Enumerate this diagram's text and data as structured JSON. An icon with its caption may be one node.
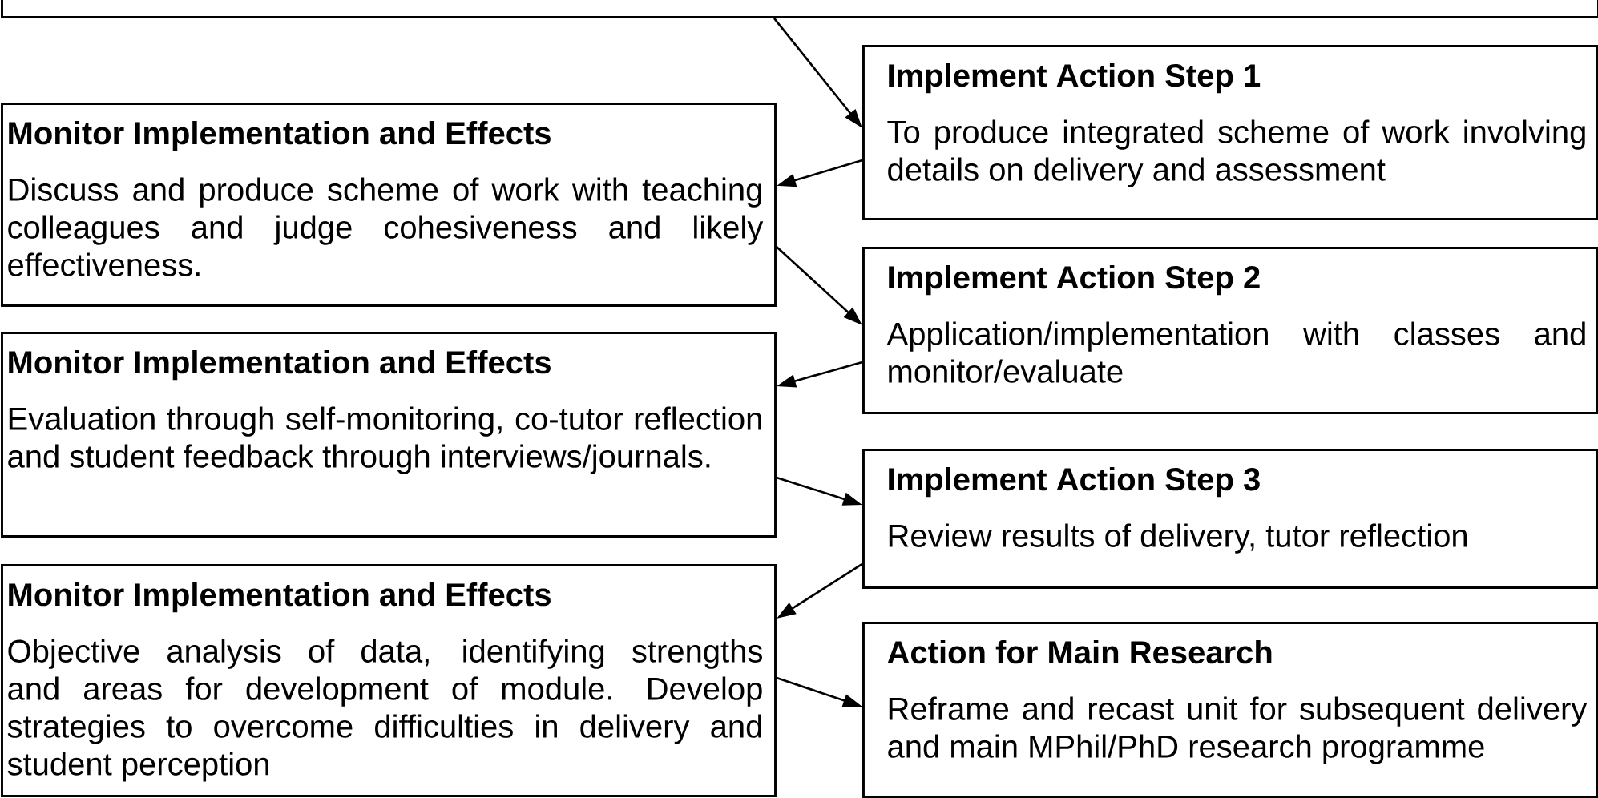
{
  "diagram": {
    "nodes": [
      {
        "text": [],
        "shape": "box"
      },
      {
        "text": [
          "Implement Action Step 1",
          "To produce integrated scheme of work involving details on delivery and assessment"
        ]
      },
      {
        "text": [
          "Monitor Implementation and Effects",
          "Discuss and produce scheme of work with teaching colleagues and judge cohesiveness and likely effectiveness."
        ]
      },
      {
        "text": [
          "Implement Action Step 2",
          "Application/implementation with classes and monitor/evaluate"
        ]
      },
      {
        "text": [
          "Monitor Implementation and Effects",
          "Evaluation through self-monitoring, co-tutor reflection and student feedback through interviews/journals."
        ]
      },
      {
        "text": [
          "Implement Action Step 3",
          "Review results of delivery, tutor reflection"
        ]
      },
      {
        "text": [
          "Monitor Implementation and Effects",
          "Objective analysis of data, identifying strengths and areas for development of module. Develop strategies to overcome difficulties in delivery and student perception"
        ]
      },
      {
        "text": [
          "Action for Main Research",
          "Reframe and recast unit for subsequent delivery and main MPhil/PhD research programme"
        ]
      }
    ],
    "edges": [
      {
        "from": 0,
        "to": 1,
        "arrow": "to"
      },
      {
        "from": 1,
        "to": 2,
        "arrow": "to"
      },
      {
        "from": 2,
        "to": 3,
        "arrow": "to"
      },
      {
        "from": 3,
        "to": 4,
        "arrow": "to"
      },
      {
        "from": 4,
        "to": 5,
        "arrow": "to"
      },
      {
        "from": 5,
        "to": 6,
        "arrow": "to"
      },
      {
        "from": 6,
        "to": 7,
        "arrow": "to"
      }
    ]
  }
}
